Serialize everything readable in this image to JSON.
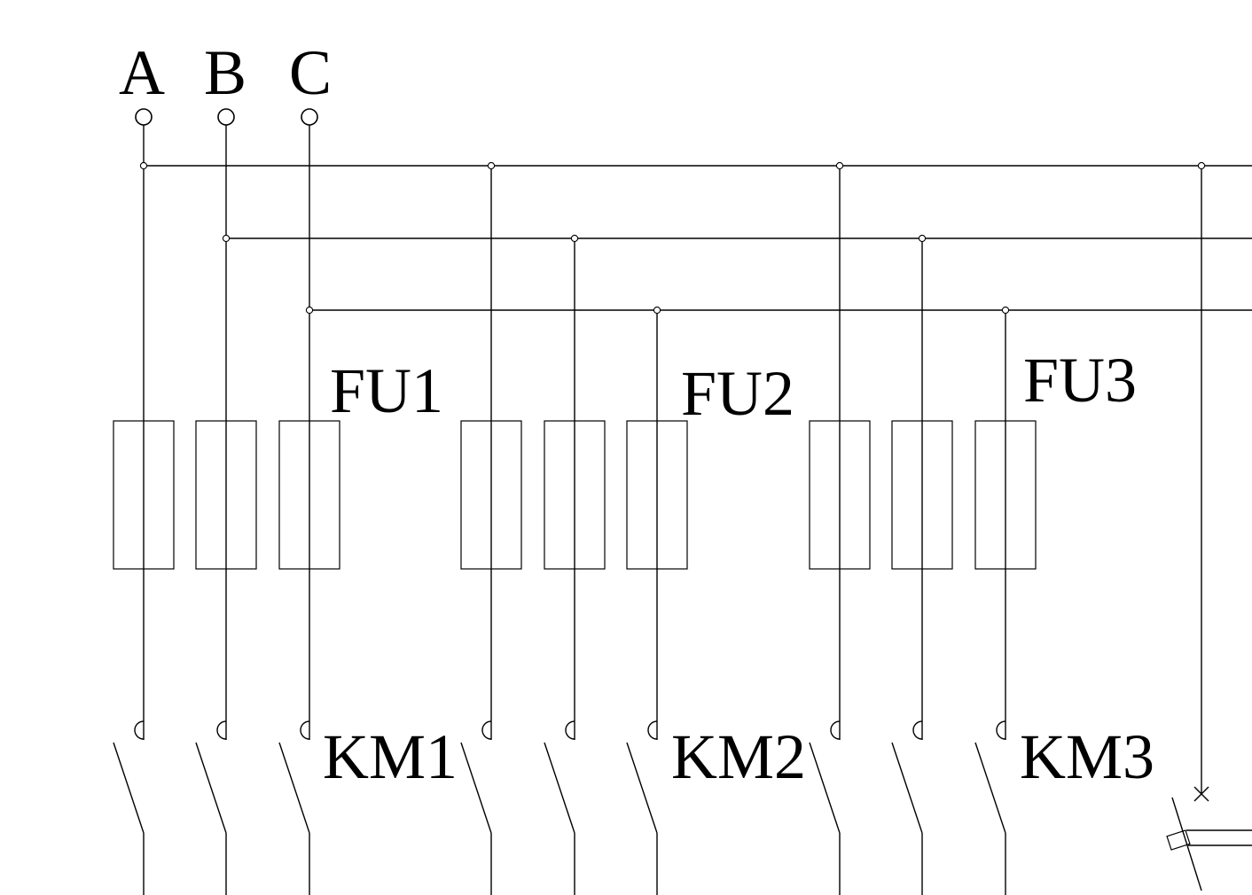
{
  "phases": [
    "A",
    "B",
    "C"
  ],
  "devices": {
    "fuses": [
      "FU1",
      "FU2",
      "FU3"
    ],
    "contactors": [
      "KM1",
      "KM2",
      "KM3"
    ]
  },
  "colors": {
    "line": "#000000",
    "background": "#ffffff"
  }
}
